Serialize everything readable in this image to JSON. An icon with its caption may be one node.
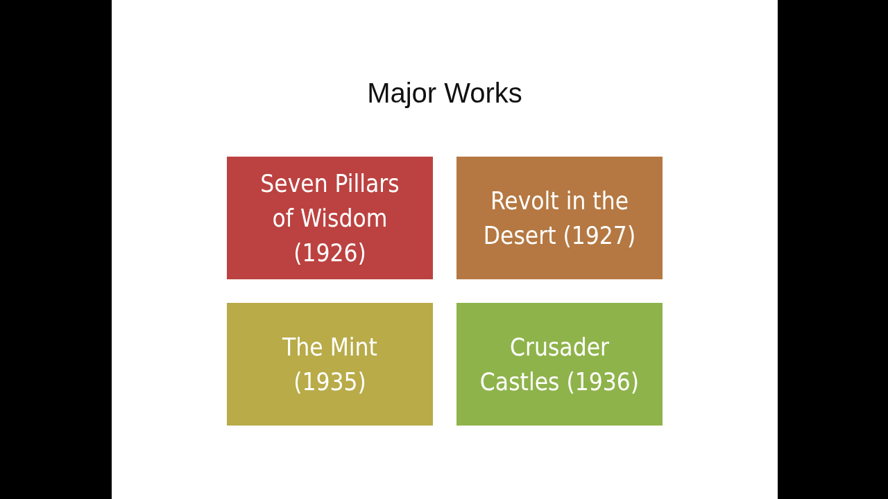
{
  "diagram": {
    "title": "Major Works",
    "nodes": [
      {
        "text": [
          "Seven Pillars of Wisdom (1926)"
        ]
      },
      {
        "text": [
          "Revolt in the Desert (1927)"
        ]
      },
      {
        "text": [
          "The Mint (1935)"
        ]
      },
      {
        "text": [
          "Crusader Castles (1936)"
        ]
      }
    ]
  }
}
